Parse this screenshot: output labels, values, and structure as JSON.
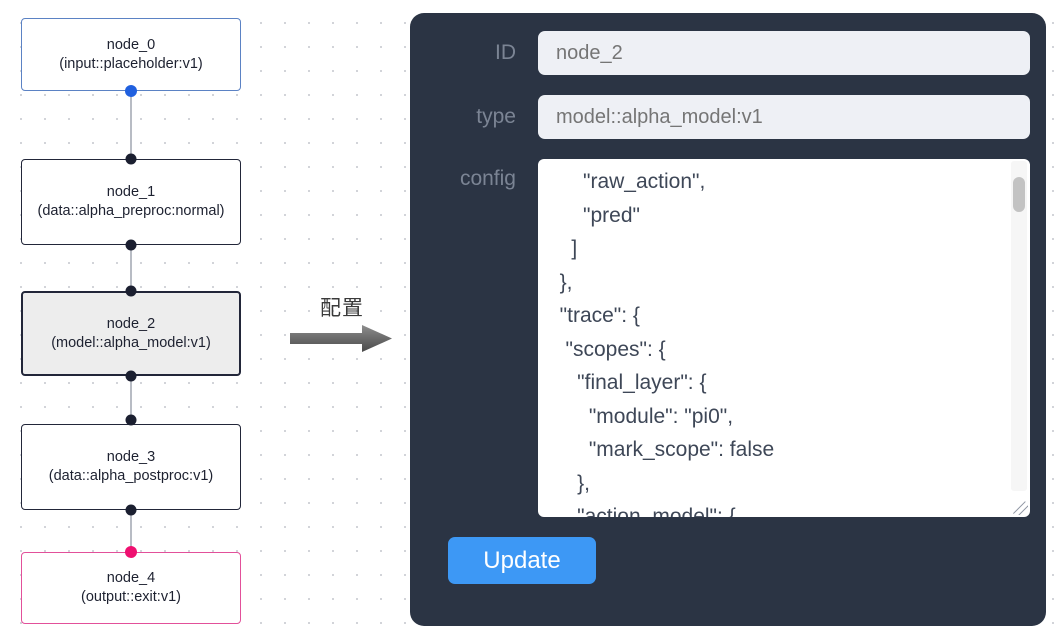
{
  "canvas": {
    "arrow_annotation": {
      "label": "配置",
      "icon": "right-arrow-icon"
    },
    "nodes": [
      {
        "id": "node_0",
        "title": "node_0",
        "subtitle": "(input::placeholder:v1)",
        "kind": "input",
        "selected": false,
        "accent": "#5b82c4"
      },
      {
        "id": "node_1",
        "title": "node_1",
        "subtitle": "(data::alpha_preproc:normal)",
        "kind": "default",
        "selected": false,
        "accent": "#222639"
      },
      {
        "id": "node_2",
        "title": "node_2",
        "subtitle": "(model::alpha_model:v1)",
        "kind": "default",
        "selected": true,
        "accent": "#222639"
      },
      {
        "id": "node_3",
        "title": "node_3",
        "subtitle": "(data::alpha_postproc:v1)",
        "kind": "default",
        "selected": false,
        "accent": "#222639"
      },
      {
        "id": "node_4",
        "title": "node_4",
        "subtitle": "(output::exit:v1)",
        "kind": "output",
        "selected": false,
        "accent": "#e2509a"
      }
    ]
  },
  "panel": {
    "id_field": {
      "label": "ID",
      "value": "node_2",
      "placeholder": "node_2"
    },
    "type_field": {
      "label": "type",
      "value": "model::alpha_model:v1",
      "placeholder": "model::alpha_model:v1"
    },
    "config_field": {
      "label": "config",
      "value": "      \"raw_action\",\n      \"pred\"\n    ]\n  },\n  \"trace\": {\n   \"scopes\": {\n     \"final_layer\": {\n       \"module\": \"pi0\",\n       \"mark_scope\": false\n     },\n     \"action_model\": {"
    },
    "update_button": {
      "label": "Update"
    },
    "colors": {
      "panel_bg": "#2b3444",
      "input_bg": "#eef0f5",
      "button": "#3d98f5",
      "label": "#7b8494"
    }
  }
}
